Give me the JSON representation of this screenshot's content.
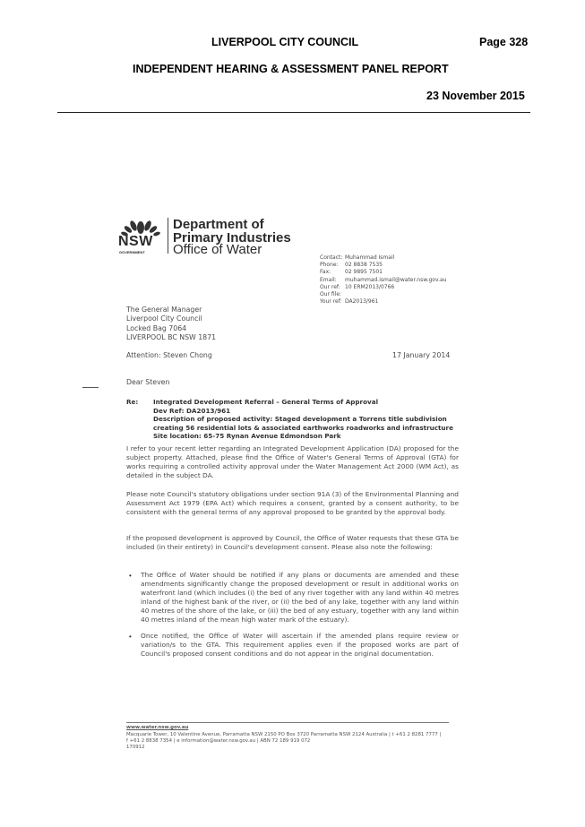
{
  "header": {
    "council": "LIVERPOOL CITY COUNCIL",
    "page": "Page 328",
    "report_title": "INDEPENDENT HEARING & ASSESSMENT PANEL REPORT",
    "date": "23 November 2015"
  },
  "letterhead": {
    "nsw": "NSW",
    "government": "GOVERNMENT",
    "dept_line1": "Department of",
    "dept_line2": "Primary Industries",
    "dept_line3": "Office of Water"
  },
  "contact": [
    {
      "label": "Contact:",
      "value": "Muhammad Ismail"
    },
    {
      "label": "Phone:",
      "value": "02 8838 7535"
    },
    {
      "label": "Fax:",
      "value": "02 9895 7501"
    },
    {
      "label": "Email:",
      "value": "muhammad.ismail@water.nsw.gov.au"
    },
    {
      "label": "Our ref:",
      "value": "10 ERM2013/0766"
    },
    {
      "label": "Our file:",
      "value": ""
    },
    {
      "label": "Your ref:",
      "value": "DA2013/961"
    }
  ],
  "address": [
    "The General Manager",
    "Liverpool City Council",
    "Locked Bag 7064",
    "LIVERPOOL BC NSW 1871"
  ],
  "attention": "Attention:  Steven Chong",
  "letter_date": "17 January 2014",
  "salutation": "Dear Steven",
  "re": {
    "label": "Re:",
    "lines": [
      "Integrated Development Referral – General Terms of Approval",
      "Dev Ref:  DA2013/961",
      "Description of proposed activity:  Staged development a Torrens title subdivision",
      "creating 56 residential lots & associated earthworks roadworks and infrastructure",
      "Site location:  65-75 Rynan Avenue Edmondson Park"
    ]
  },
  "paragraphs": [
    "I refer to your recent letter regarding an Integrated Development Application (DA) proposed for the subject property.  Attached, please find the Office of Water's General Terms of Approval (GTA) for works requiring a controlled activity approval under the Water Management Act 2000 (WM Act), as detailed in the subject DA.",
    "Please note Council's statutory obligations under section 91A (3) of the Environmental Planning and Assessment Act 1979 (EPA Act) which requires a consent, granted by a consent authority, to be consistent with the general terms of any approval proposed to be granted by the approval body.",
    "If the proposed development is approved by Council, the Office of Water requests that these GTA be included (in their entirety) in Council's development consent.  Please also note the following:"
  ],
  "bullets": [
    "The Office of Water should be notified if any plans or documents are amended and these amendments significantly change the proposed development or result in additional works on waterfront land (which includes (i) the bed of any river together with any land within 40 metres inland of the highest bank of the river, or (ii) the bed of any lake, together with any land within 40 metres of the shore of the lake, or (iii) the bed of any estuary, together with any land within 40 metres inland of the mean high water mark of the estuary).",
    "Once notified, the Office of Water will ascertain if the amended plans require review or variation/s to the GTA. This requirement applies even if the proposed works are part of Council's proposed consent conditions and do not appear in the original documentation."
  ],
  "footer": {
    "web": "www.water.nsw.gov.au",
    "line1": "Macquarie Tower, 10 Valentine Avenue, Parramatta NSW 2150   PO Box 3720 Parramatta NSW 2124 Australia  |  t +61 2 8281 7777  |",
    "line2": "f +61 2 8838 7354   |  e information@water.nsw.gov.au  |  ABN 72 189 919 072",
    "line3": "170912"
  }
}
